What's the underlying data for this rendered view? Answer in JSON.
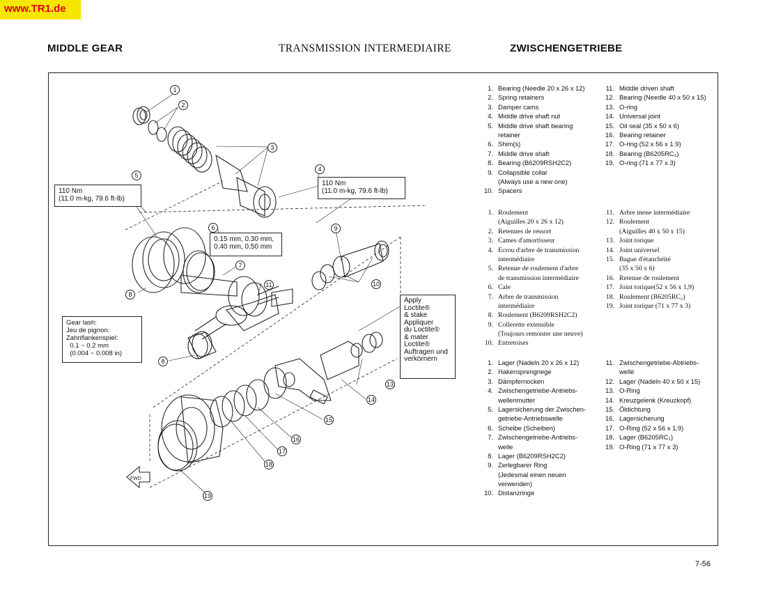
{
  "watermark": "www.TR1.de",
  "header": {
    "en": "MIDDLE GEAR",
    "fr": "TRANSMISSION INTERMEDIAIRE",
    "de": "ZWISCHENGETRIEBE"
  },
  "labels": {
    "torque": "110 Nm\n(11.0 m-kg, 79.6 ft-lb)",
    "shim": "0.15 mm, 0.30 mm,\n0.40 mm, 0.50 mm",
    "gear_lash": "Gear lash:\nJeu de pignon:\nZahnflankenspiel:\n  0.1 ~ 0.2 mm\n  (0.004 ~ 0.008 in)",
    "loctite": [
      "Apply",
      "Loctite®",
      "& stake",
      "Appliquer",
      "du Loctite®",
      "& mater",
      "Loctite®",
      "Auftragen und",
      "verkörnern"
    ],
    "fwd": "FWD"
  },
  "callouts": [
    "1",
    "2",
    "3",
    "4",
    "5",
    "6",
    "7",
    "8",
    "9",
    "10",
    "11",
    "13",
    "14",
    "15",
    "16",
    "17",
    "18",
    "19"
  ],
  "parts_en_left": [
    {
      "n": "1.",
      "t": "Bearing (Needle 20 x 26 x 12)"
    },
    {
      "n": "2.",
      "t": "Spring retainers"
    },
    {
      "n": "3.",
      "t": "Damper cams"
    },
    {
      "n": "4.",
      "t": "Middle drive shaft nut"
    },
    {
      "n": "5.",
      "t": "Middle drive shaft bearing"
    },
    {
      "n": "",
      "t": "retainer"
    },
    {
      "n": "6.",
      "t": "Shim(s)"
    },
    {
      "n": "7.",
      "t": "Middle drive shaft"
    },
    {
      "n": "8.",
      "t": "Bearing (B6209RSH2C2)"
    },
    {
      "n": "9.",
      "t": "Collapsible collar"
    },
    {
      "n": "",
      "t": "(Always use a new one)"
    },
    {
      "n": "10.",
      "t": "Spacers"
    }
  ],
  "parts_en_right": [
    {
      "n": "11.",
      "t": "Middle driven shaft"
    },
    {
      "n": "12.",
      "t": "Bearing (Needle 40 x 50 x 15)"
    },
    {
      "n": "13.",
      "t": "O-ring"
    },
    {
      "n": "14.",
      "t": "Universal joint"
    },
    {
      "n": "15.",
      "t": "Oil seal  (35 x 50 x 6)"
    },
    {
      "n": "16.",
      "t": "Bearing retainer"
    },
    {
      "n": "17.",
      "t": "O-ring   (52 x 56 x 1.9)"
    },
    {
      "n": "18.",
      "t": "Bearing  (B6205RC₂)"
    },
    {
      "n": "19.",
      "t": "O-ring   (71 x 77 x 3)"
    }
  ],
  "parts_fr_left": [
    {
      "n": "1.",
      "t": "Roulement"
    },
    {
      "n": "",
      "t": "(Aiguilles 20 x 26 x 12)"
    },
    {
      "n": "2.",
      "t": "Retenues de ressort"
    },
    {
      "n": "3.",
      "t": "Cames d'amortisseur"
    },
    {
      "n": "4.",
      "t": "Ecrou d'arbre de transmission"
    },
    {
      "n": "",
      "t": "intermédiaire"
    },
    {
      "n": "5.",
      "t": "Retenue de roulement d'arbre"
    },
    {
      "n": "",
      "t": "de transmission intermédiaire"
    },
    {
      "n": "6.",
      "t": "Cale"
    },
    {
      "n": "7.",
      "t": "Arbre de transmission"
    },
    {
      "n": "",
      "t": "intermédiaire"
    },
    {
      "n": "8.",
      "t": "Roulement (B6209RSH2C2)"
    },
    {
      "n": "9.",
      "t": "Collerette extensible"
    },
    {
      "n": "",
      "t": "(Toujours remonter une neuve)"
    },
    {
      "n": "10.",
      "t": "Entretoises"
    }
  ],
  "parts_fr_right": [
    {
      "n": "11.",
      "t": "Arbre mene intermédiaire"
    },
    {
      "n": "12.",
      "t": "Roulement"
    },
    {
      "n": "",
      "t": "(Aiguilles 40 x 50 x 15)"
    },
    {
      "n": "13.",
      "t": "Joint torique"
    },
    {
      "n": "14.",
      "t": "Joint universel"
    },
    {
      "n": "15.",
      "t": "Bague d'étanchéité"
    },
    {
      "n": "",
      "t": "(35 x 50 x 6)"
    },
    {
      "n": "16.",
      "t": "Retenue de roulement"
    },
    {
      "n": "17.",
      "t": "Joint torique(52 x 56 x 1,9)"
    },
    {
      "n": "18.",
      "t": "Roulement   (B6205RC₂)"
    },
    {
      "n": "19.",
      "t": "Joint torique (71 x 77 x 3)"
    }
  ],
  "parts_de_left": [
    {
      "n": "1.",
      "t": "Lager (Nadeln 20 x 26 x 12)"
    },
    {
      "n": "2.",
      "t": "Hakensprengriege"
    },
    {
      "n": "3.",
      "t": "Dämpfernocken"
    },
    {
      "n": "4.",
      "t": "Zwischengetriebe-Antriebs-"
    },
    {
      "n": "",
      "t": "wellenmutter"
    },
    {
      "n": "5.",
      "t": "Lagersicherung der Zwischen-"
    },
    {
      "n": "",
      "t": "getriebe-Antriebswelle"
    },
    {
      "n": "6.",
      "t": "Scheibe (Scheiben)"
    },
    {
      "n": "7.",
      "t": "Zwischengetriebe-Antriebs-"
    },
    {
      "n": "",
      "t": "welle"
    },
    {
      "n": "8.",
      "t": "Lager (B6209RSH2C2)"
    },
    {
      "n": "9.",
      "t": "Zerlegbarer Ring"
    },
    {
      "n": "",
      "t": "(Jedesmal einen neuen"
    },
    {
      "n": "",
      "t": "verwenden)"
    },
    {
      "n": "10.",
      "t": "Distanzringe"
    }
  ],
  "parts_de_right": [
    {
      "n": "11.",
      "t": "Zwischengetriebe-Abtriebs-"
    },
    {
      "n": "",
      "t": "welle"
    },
    {
      "n": "12.",
      "t": "Lager (Nadeln 40 x 50 x 15)"
    },
    {
      "n": "13.",
      "t": "O-Ring"
    },
    {
      "n": "14.",
      "t": "Kreuzgelenk (Kreuzkopf)"
    },
    {
      "n": "15.",
      "t": "Öldichtung"
    },
    {
      "n": "16.",
      "t": "Lagersicherung"
    },
    {
      "n": "17.",
      "t": "O-Ring (52 x 56 x 1,9)"
    },
    {
      "n": "18.",
      "t": "Lager (B6205RC₂)"
    },
    {
      "n": "19.",
      "t": "O-Ring (71 x 77 x 3)"
    }
  ],
  "page_number": "7-56"
}
